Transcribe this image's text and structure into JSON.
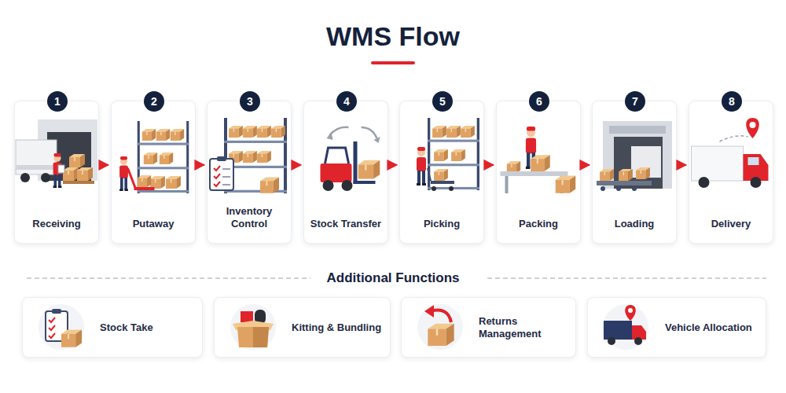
{
  "diagram": {
    "title": "WMS Flow",
    "nodes": [
      {
        "text": [
          "Receiving"
        ]
      },
      {
        "text": [
          "1"
        ],
        "in": 0
      },
      {
        "text": [
          "Putaway"
        ]
      },
      {
        "text": [
          "2"
        ],
        "in": 2
      },
      {
        "text": [
          "Inventory Control"
        ]
      },
      {
        "text": [
          "3"
        ],
        "in": 4
      },
      {
        "text": [
          "Stock Transfer"
        ]
      },
      {
        "text": [
          "4"
        ],
        "in": 6
      },
      {
        "text": [
          "Picking"
        ]
      },
      {
        "text": [
          "5"
        ],
        "in": 8
      },
      {
        "text": [
          "Packing"
        ]
      },
      {
        "text": [
          "6"
        ],
        "in": 10
      },
      {
        "text": [
          "Loading"
        ]
      },
      {
        "text": [
          "7"
        ],
        "in": 12
      },
      {
        "text": [
          "Delivery"
        ]
      },
      {
        "text": [
          "8"
        ],
        "in": 14
      },
      {
        "text": [
          "Stock Take"
        ]
      },
      {
        "text": [
          "Kitting & Bundling"
        ]
      },
      {
        "text": [
          "Returns Management"
        ]
      },
      {
        "text": [
          "Vehicle Allocation"
        ]
      }
    ],
    "edges": [
      {
        "from": 0,
        "to": 2,
        "arrow": "to"
      },
      {
        "from": 2,
        "to": 4,
        "arrow": "to"
      },
      {
        "from": 4,
        "to": 6,
        "arrow": "to"
      },
      {
        "from": 6,
        "to": 8,
        "arrow": "to"
      },
      {
        "from": 8,
        "to": 10,
        "arrow": "to"
      },
      {
        "from": 10,
        "to": 12,
        "arrow": "to"
      },
      {
        "from": 12,
        "to": 14,
        "arrow": "to"
      }
    ],
    "labels": [
      "Additional Functions"
    ]
  }
}
